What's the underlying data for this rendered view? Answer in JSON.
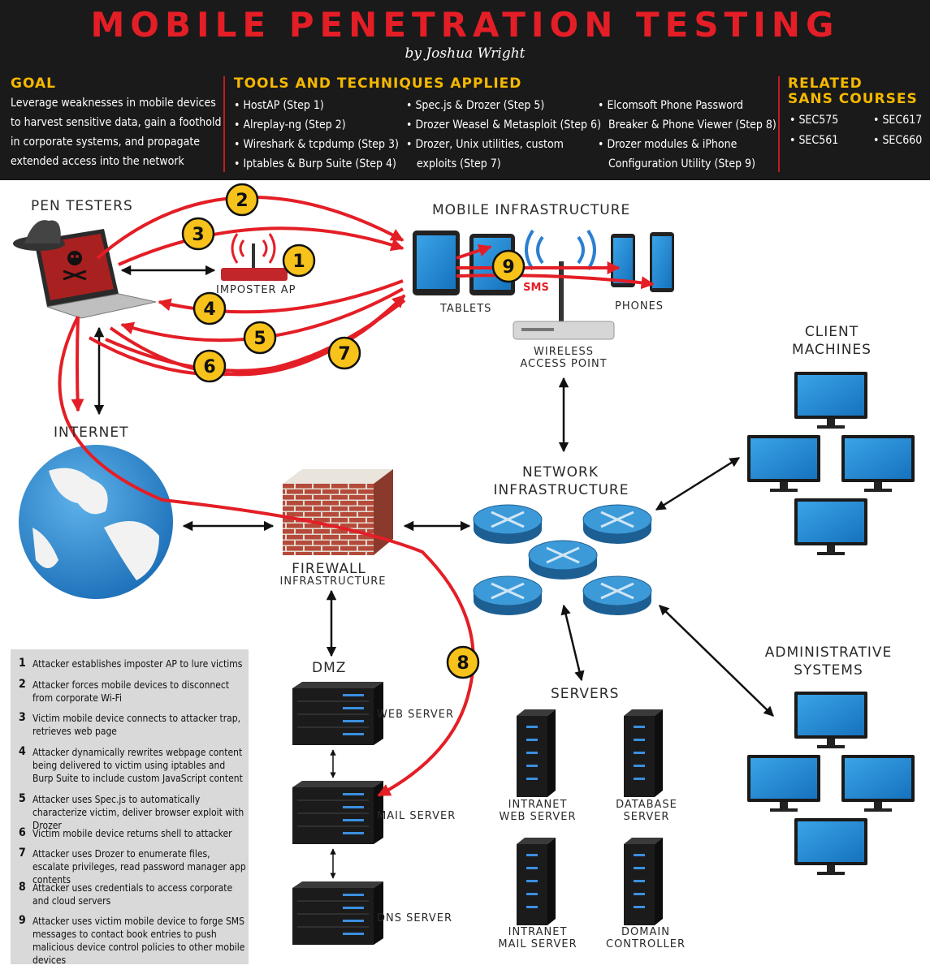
{
  "header": {
    "title": "MOBILE PENETRATION TESTING",
    "byline": "by Joshua Wright",
    "goal_heading": "GOAL",
    "goal_lines": [
      "Leverage weaknesses in mobile devices",
      "to harvest sensitive data, gain a foothold",
      "in corporate systems, and propagate",
      "extended access into the network"
    ],
    "tools_heading": "TOOLS AND TECHNIQUES APPLIED",
    "tools_col1": [
      "HostAP (Step 1)",
      "Alreplay-ng (Step 2)",
      "Wireshark & tcpdump (Step 3)",
      "Iptables & Burp Suite (Step 4)"
    ],
    "tools_col2": [
      "Spec.js & Drozer (Step 5)",
      "Drozer Weasel & Metasploit (Step 6)",
      "Drozer, Unix utilities, custom",
      "exploits (Step 7)"
    ],
    "tools_col3": [
      "Elcomsoft Phone Password",
      "Breaker & Phone Viewer (Step 8)",
      "Drozer modules & iPhone",
      "Configuration Utility (Step 9)"
    ],
    "courses_heading_1": "RELATED",
    "courses_heading_2": "SANS COURSES",
    "courses": [
      "SEC575",
      "SEC617",
      "SEC561",
      "SEC660"
    ]
  },
  "labels": {
    "pen_testers": "PEN TESTERS",
    "imposter_ap": "IMPOSTER AP",
    "mobile_infrastructure": "MOBILE INFRASTRUCTURE",
    "tablets": "TABLETS",
    "phones": "PHONES",
    "sms": "SMS",
    "wireless_1": "WIRELESS",
    "wireless_2": "ACCESS POINT",
    "client_1": "CLIENT",
    "client_2": "MACHINES",
    "internet": "INTERNET",
    "network_1": "NETWORK",
    "network_2": "INFRASTRUCTURE",
    "firewall_1": "FIREWALL",
    "firewall_2": "INFRASTRUCTURE",
    "admin_1": "ADMINISTRATIVE",
    "admin_2": "SYSTEMS",
    "dmz": "DMZ",
    "web_server": "WEB SERVER",
    "mail_server": "MAIL SERVER",
    "dns_server": "DNS SERVER",
    "servers": "SERVERS",
    "intranet_web_1": "INTRANET",
    "intranet_web_2": "WEB SERVER",
    "database_1": "DATABASE",
    "database_2": "SERVER",
    "intranet_mail_1": "INTRANET",
    "intranet_mail_2": "MAIL SERVER",
    "domain_1": "DOMAIN",
    "domain_2": "CONTROLLER"
  },
  "badges": [
    "1",
    "2",
    "3",
    "4",
    "5",
    "6",
    "7",
    "8",
    "9"
  ],
  "steps": [
    {
      "num": "1",
      "text": "Attacker establishes imposter AP to lure victims"
    },
    {
      "num": "2",
      "text": "Attacker forces mobile devices to disconnect from corporate Wi-Fi"
    },
    {
      "num": "3",
      "text": "Victim mobile device connects to attacker trap, retrieves web page"
    },
    {
      "num": "4",
      "text": "Attacker dynamically rewrites webpage content being delivered to victim using iptables and Burp Suite to include custom JavaScript content"
    },
    {
      "num": "5",
      "text": "Attacker uses Spec.js to automatically characterize victim, deliver browser exploit with Drozer"
    },
    {
      "num": "6",
      "text": "Victim mobile device returns shell to attacker"
    },
    {
      "num": "7",
      "text": "Attacker uses Drozer to enumerate files, escalate privileges, read password manager app contents"
    },
    {
      "num": "8",
      "text": "Attacker uses credentials to access corporate and cloud servers"
    },
    {
      "num": "9",
      "text": "Attacker uses victim mobile device to forge SMS messages to contact book entries to push malicious device control policies to other mobile devices"
    }
  ],
  "colors": {
    "title_red": "#e41e26",
    "heading_gold": "#f5b800",
    "attack_red": "#e41e26",
    "badge_yellow": "#f7c21a",
    "router_blue": "#2b86c2",
    "screen_blue": "#1e8fd6"
  }
}
